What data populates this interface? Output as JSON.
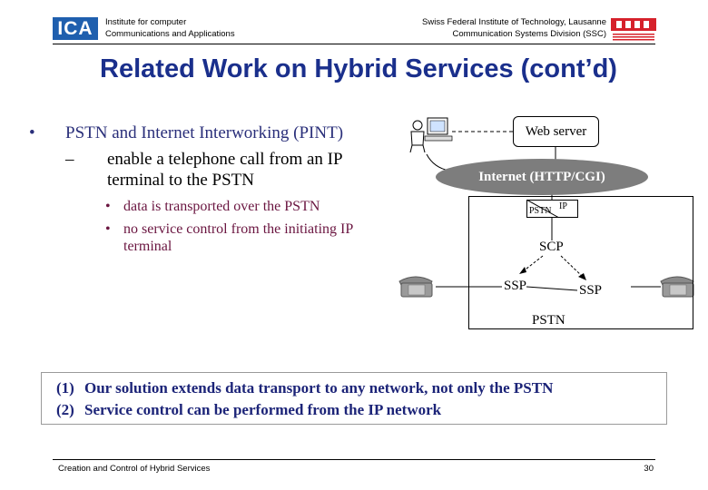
{
  "header": {
    "logo_text": "ICA",
    "left_line1": "Institute for computer",
    "left_line2": "Communications and Applications",
    "right_line1": "Swiss Federal Institute of Technology, Lausanne",
    "right_line2": "Communication Systems Division (SSC)"
  },
  "title": "Related Work on Hybrid Services (cont’d)",
  "bullets": {
    "level1": "PSTN and Internet Interworking (PINT)",
    "level2": "enable a telephone call from an IP terminal to the PSTN",
    "level3": [
      "data is transported over the PSTN",
      "no service control from the initiating IP terminal"
    ]
  },
  "diagram": {
    "web_server": "Web server",
    "internet": "Internet (HTTP/CGI)",
    "gateway_pstn": "PSTN",
    "gateway_ip": "IP",
    "scp": "SCP",
    "ssp_left": "SSP",
    "ssp_right": "SSP",
    "pstn": "PSTN"
  },
  "notes": [
    {
      "num": "(1)",
      "text": "Our solution extends data transport to any network, not only the PSTN"
    },
    {
      "num": "(2)",
      "text": "Service control can be performed from the IP network"
    }
  ],
  "footer": {
    "left": "Creation and Control of Hybrid Services",
    "page": "30"
  },
  "colors": {
    "title": "#1a2f8c",
    "ica_blue": "#1f5fae",
    "epfl_red": "#d6212b",
    "sub_bullet": "#6a1540",
    "internet_cloud": "#7d7d7d"
  }
}
